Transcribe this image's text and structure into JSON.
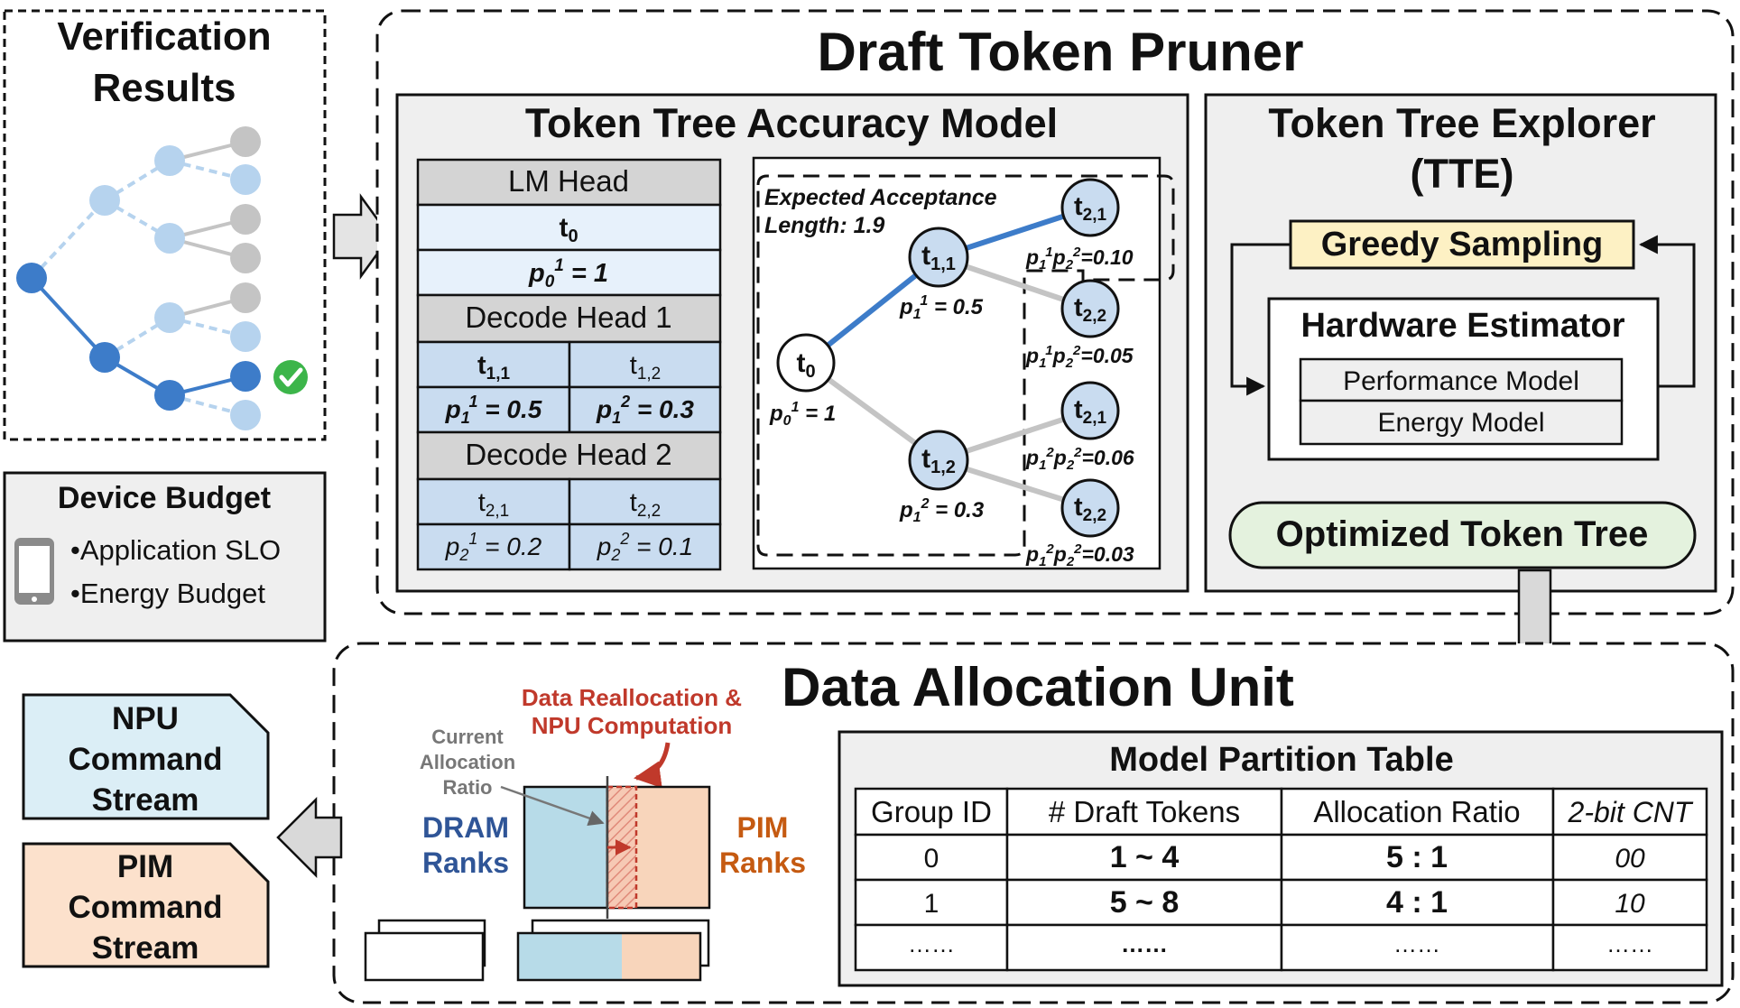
{
  "verification": {
    "title_line1": "Verification",
    "title_line2": "Results"
  },
  "budget": {
    "title": "Device Budget",
    "items": [
      "•Application SLO",
      "•Energy Budget"
    ]
  },
  "pruner": {
    "title": "Draft Token Pruner"
  },
  "accuracy_model": {
    "title": "Token Tree Accuracy Model",
    "lm_head": "LM Head",
    "t0": "t",
    "t0_sub": "0",
    "p0": "p",
    "p0_sub": "0",
    "p0_sup": "1",
    "p0_rest": " = 1",
    "decode_head_1": "Decode Head 1",
    "dh1_cells": [
      {
        "t": "t",
        "sub": "1,1",
        "p": "p",
        "psub": "1",
        "psup": "1",
        "prest": " = 0.5"
      },
      {
        "t": "t",
        "sub": "1,2",
        "p": "p",
        "psub": "1",
        "psup": "2",
        "prest": " = 0.3"
      }
    ],
    "decode_head_2": "Decode Head 2",
    "dh2_cells": [
      {
        "t": "t",
        "sub": "2,1",
        "p": "p",
        "psub": "2",
        "psup": "1",
        "prest": " = 0.2"
      },
      {
        "t": "t",
        "sub": "2,2",
        "p": "p",
        "psub": "2",
        "psup": "2",
        "prest": " = 0.1"
      }
    ],
    "expected_line1": "Expected Acceptance",
    "expected_line2": "Length: 1.9",
    "tree": {
      "root": {
        "t": "t",
        "sub": "0",
        "label_p": "p",
        "label_sub": "0",
        "label_sup": "1",
        "label_rest": " = 1"
      },
      "n11": {
        "t": "t",
        "sub": "1,1",
        "label_p": "p",
        "label_sub": "1",
        "label_sup": "1",
        "label_rest": " = 0.5"
      },
      "n12": {
        "t": "t",
        "sub": "1,2",
        "label_p": "p",
        "label_sub": "1",
        "label_sup": "2",
        "label_rest": " = 0.3"
      },
      "leaves": [
        {
          "t": "t",
          "sub": "2,1",
          "label": "=0.10",
          "a": "1",
          "b": "2"
        },
        {
          "t": "t",
          "sub": "2,2",
          "label": "=0.05",
          "a": "1",
          "b": "2"
        },
        {
          "t": "t",
          "sub": "2,1",
          "label": "=0.06",
          "a": "2",
          "b": "2"
        },
        {
          "t": "t",
          "sub": "2,2",
          "label": "=0.03",
          "a": "2",
          "b": "2"
        }
      ]
    }
  },
  "explorer": {
    "title_line1": "Token Tree Explorer",
    "title_line2": "(TTE)",
    "greedy": "Greedy Sampling",
    "hw_estimator": "Hardware Estimator",
    "perf_model": "Performance Model",
    "energy_model": "Energy Model",
    "optimized": "Optimized Token Tree"
  },
  "dau": {
    "title": "Data Allocation Unit",
    "realloc_line1": "Data Reallocation &",
    "realloc_line2": "NPU Computation",
    "current_line1": "Current",
    "current_line2": "Allocation",
    "current_line3": "Ratio",
    "dram_line1": "DRAM",
    "dram_line2": "Ranks",
    "pim_line1": "PIM",
    "pim_line2": "Ranks"
  },
  "streams": {
    "npu": [
      "NPU",
      "Command",
      "Stream"
    ],
    "pim": [
      "PIM",
      "Command",
      "Stream"
    ]
  },
  "partition_table": {
    "title": "Model Partition Table",
    "headers": [
      "Group ID",
      "# Draft Tokens",
      "Allocation Ratio",
      "2-bit CNT"
    ],
    "rows": [
      [
        "0",
        "1 ~ 4",
        "5 : 1",
        "00"
      ],
      [
        "1",
        "5 ~ 8",
        "4 : 1",
        "10"
      ],
      [
        "……",
        "……",
        "……",
        "……"
      ]
    ]
  },
  "colors": {
    "blue_node": "#3d7cc9",
    "light_blue_node": "#b6d3ee",
    "gray_node": "#c4c4c4",
    "panel_gray": "#efefef",
    "header_gray": "#d4d4d4",
    "cell_light": "#e7f1fb",
    "cell_blue": "#c9dcf0",
    "greedy_yellow": "#fdf1c4",
    "optimized_green": "#e4f2de",
    "npu_blue": "#dbeef6",
    "pim_peach": "#fce1cc",
    "check_green": "#3cb54a",
    "dram_text": "#2f5597",
    "pim_text": "#c55a11",
    "realloc_text": "#c0392b"
  }
}
